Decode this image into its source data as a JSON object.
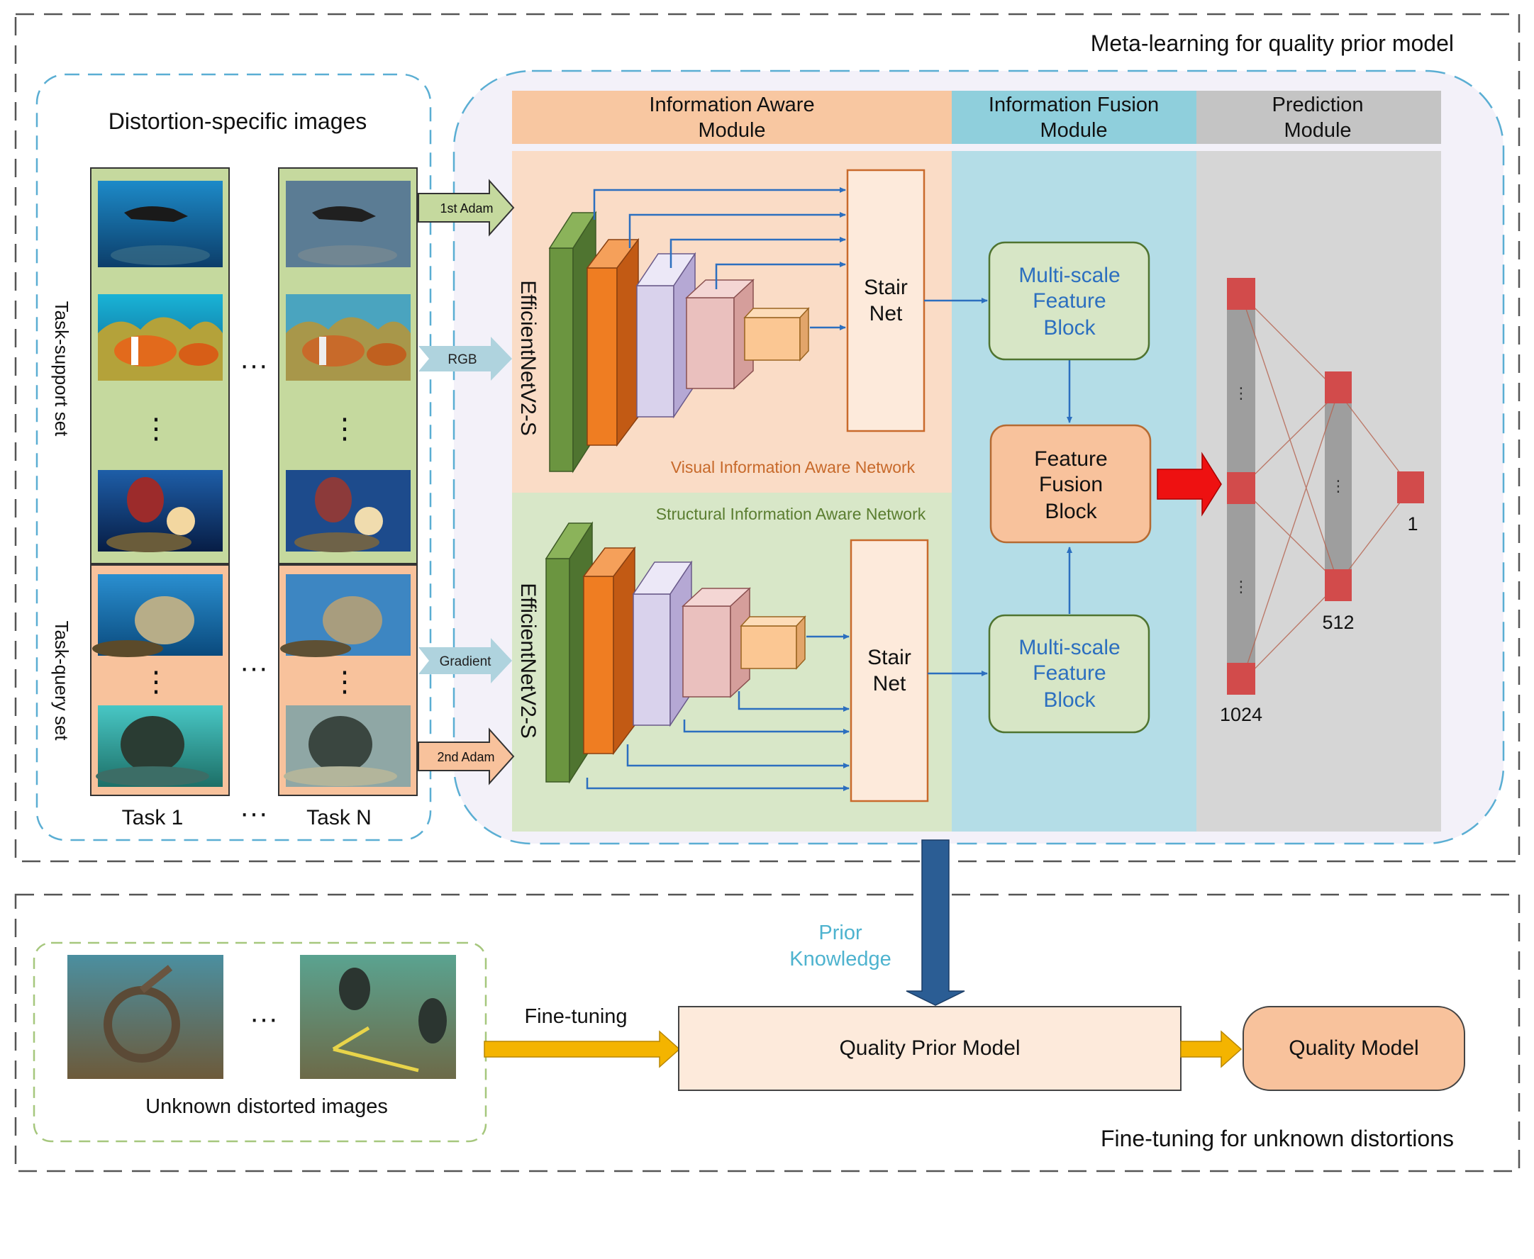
{
  "meta_section": {
    "title": "Meta-learning for quality prior model"
  },
  "images_panel": {
    "title": "Distortion-specific images",
    "support_label": "Task-support set",
    "query_label": "Task-query set",
    "task_first": "Task 1",
    "task_last": "Task N",
    "ellipsis": "···"
  },
  "inputs": {
    "adam1": "1st Adam",
    "rgb": "RGB",
    "gradient": "Gradient",
    "adam2": "2nd Adam"
  },
  "modules": {
    "info_aware": [
      "Information Aware",
      "Module"
    ],
    "info_fusion": [
      "Information Fusion",
      "Module"
    ],
    "prediction": [
      "Prediction",
      "Module"
    ]
  },
  "networks": {
    "backbone": "EfficientNetV2-S",
    "visual": "Visual Information Aware Network",
    "structural": "Structural Information Aware Network",
    "stair_net": [
      "Stair",
      "Net"
    ]
  },
  "fusion": {
    "multiscale": [
      "Multi-scale",
      "Feature",
      "Block"
    ],
    "fusion_block": [
      "Feature",
      "Fusion",
      "Block"
    ]
  },
  "prediction": {
    "layer1": "1024",
    "layer2": "512",
    "output": "1",
    "dots": "⋮"
  },
  "finetune_section": {
    "title": "Fine-tuning for unknown distortions",
    "images_label": "Unknown distorted images",
    "arrow_label": "Fine-tuning",
    "prior": [
      "Prior",
      "Knowledge"
    ],
    "prior_model": "Quality Prior Model",
    "quality_model": "Quality Model"
  },
  "colors": {
    "orange_module": "#f8c7a1",
    "blue_module": "#8fcfdc",
    "gray_module": "#c4c4c4",
    "visual_bg": "#fadcc6",
    "structural_bg": "#d8e7c8",
    "fusion_bg": "#b4dde7",
    "prediction_bg": "#d6d6d6",
    "arrow_blue": "#2c6fbf",
    "dark_blue_arrow": "#2b5d94",
    "yellow_arrow": "#f4b400",
    "red_arrow": "#ee1111",
    "prior_text": "#4eb3cf"
  }
}
